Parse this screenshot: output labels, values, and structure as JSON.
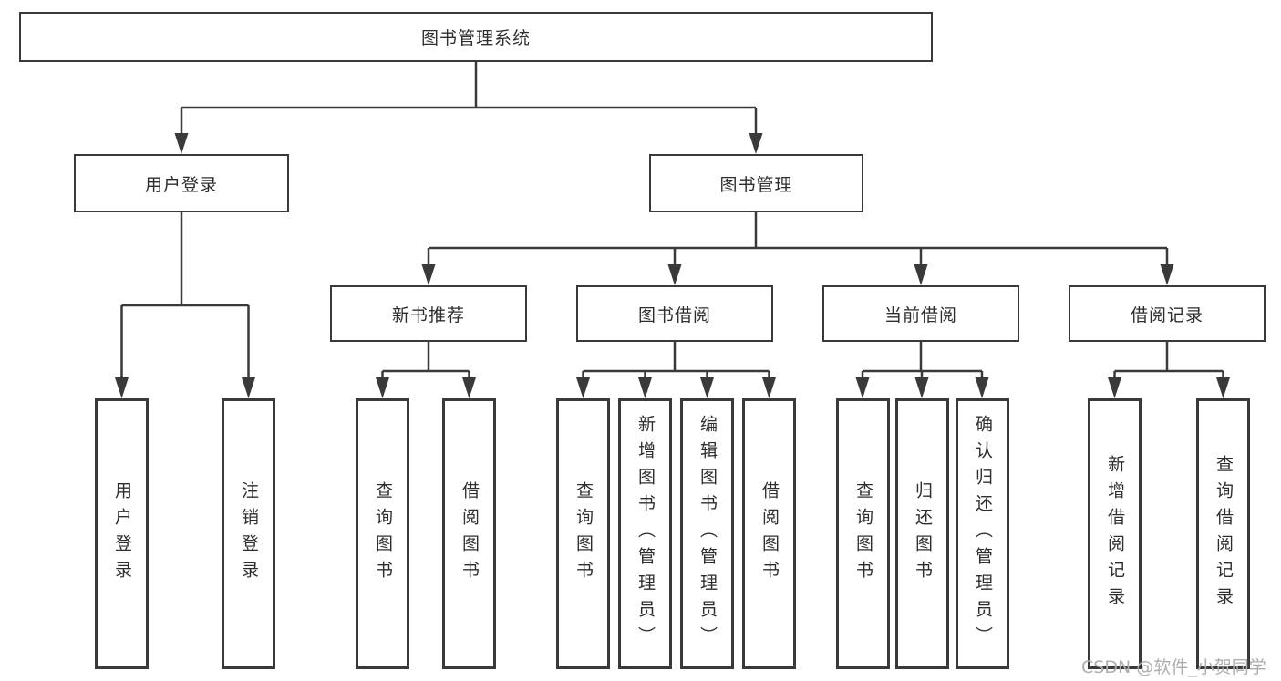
{
  "tree": {
    "root": {
      "label": "图书管理系统"
    },
    "branches": [
      {
        "label": "用户登录",
        "children": [
          {
            "label": "用户登录"
          },
          {
            "label": "注销登录"
          }
        ]
      },
      {
        "label": "图书管理",
        "children": [
          {
            "label": "新书推荐",
            "children": [
              {
                "label": "查询图书"
              },
              {
                "label": "借阅图书"
              }
            ]
          },
          {
            "label": "图书借阅",
            "children": [
              {
                "label": "查询图书"
              },
              {
                "label": "新增图书（管理员）"
              },
              {
                "label": "编辑图书（管理员）"
              },
              {
                "label": "借阅图书"
              }
            ]
          },
          {
            "label": "当前借阅",
            "children": [
              {
                "label": "查询图书"
              },
              {
                "label": "归还图书"
              },
              {
                "label": "确认归还（管理员）"
              }
            ]
          },
          {
            "label": "借阅记录",
            "children": [
              {
                "label": "新增借阅记录"
              },
              {
                "label": "查询借阅记录"
              }
            ]
          }
        ]
      }
    ]
  },
  "watermark": "CSDN @软件_小贺同学",
  "colors": {
    "line": "#3a3a3a",
    "text": "#2e2e2e",
    "watermark": "#aeaeae",
    "background": "#ffffff"
  }
}
